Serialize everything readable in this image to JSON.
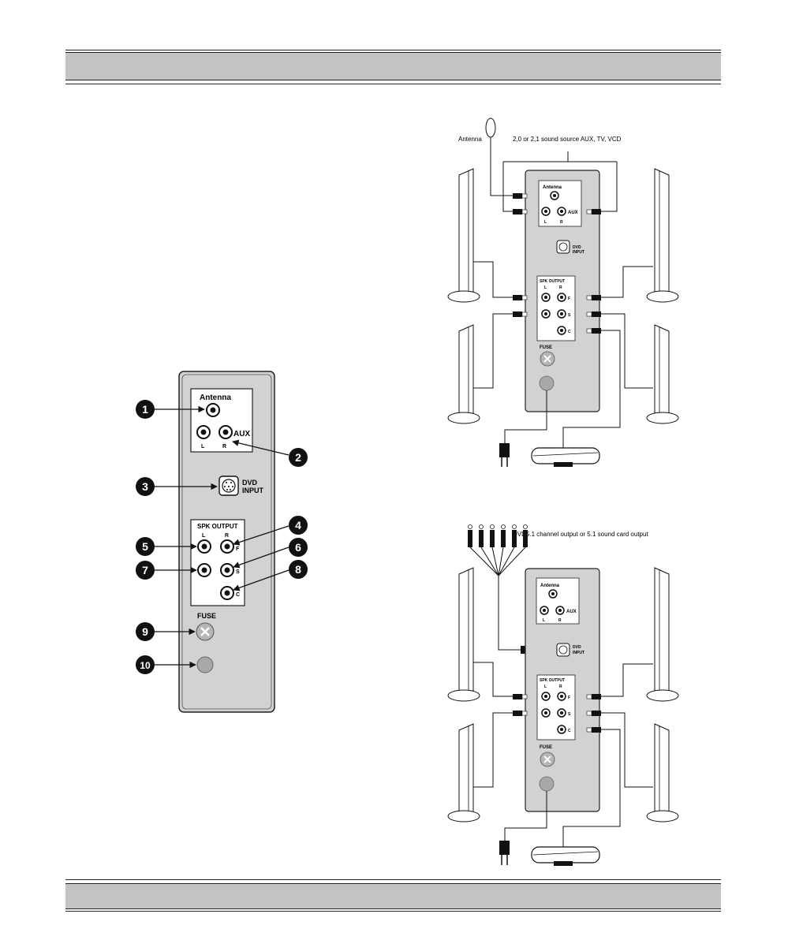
{
  "colors": {
    "band": "#c4c4c4",
    "panel": "#d2d2d2",
    "badge": "#111111"
  },
  "front_panel": {
    "antenna_label": "Antenna",
    "aux_label": "AUX",
    "left_label": "L",
    "right_label": "R",
    "dvd_label_1": "DVD",
    "dvd_label_2": "INPUT",
    "spk_output_label": "SPK OUTPUT",
    "front_label": "F",
    "surround_label": "S",
    "center_label": "C",
    "fuse_label": "FUSE",
    "callouts": [
      "1",
      "2",
      "3",
      "4",
      "5",
      "6",
      "7",
      "8",
      "9",
      "10"
    ]
  },
  "diagram_top": {
    "antenna_caption": "Antenna",
    "source_caption": "2,0 or 2,1 sound source AUX, TV, VCD"
  },
  "diagram_bottom": {
    "source_caption": "DVD5.1 channel output or 5.1 sound card output"
  },
  "icons": [
    "antenna-jack-icon",
    "rca-jack-icon",
    "dvd-input-socket-icon",
    "fuse-icon",
    "power-cord-icon",
    "rca-plug-icon",
    "speaker-icon",
    "subwoofer-icon",
    "power-plug-icon"
  ]
}
